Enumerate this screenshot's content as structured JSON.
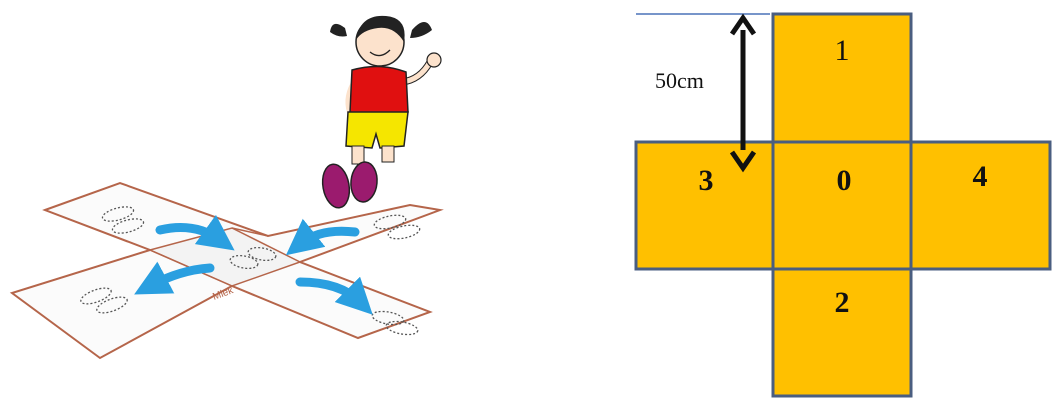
{
  "illustration": {
    "mat_mark": "Mlek",
    "arrow_color": "#2a9fe0",
    "mat_outline_color": "#b5654a",
    "shirt_color": "#e01010",
    "shorts_color": "#f5e600",
    "shoe_color": "#9b1b6e"
  },
  "diagram": {
    "cell_color": "#ffc000",
    "border_color": "#4a5e80",
    "measure_line_color": "#4a72b8",
    "measure_label": "50cm",
    "cells": {
      "top": "1",
      "left": "3",
      "center": "0",
      "right": "4",
      "bottom": "2"
    }
  }
}
